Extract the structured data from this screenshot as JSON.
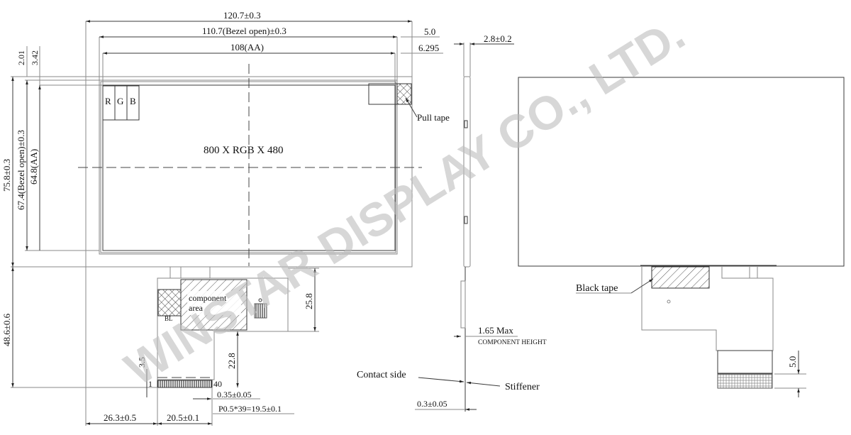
{
  "drawing": {
    "front_view": {
      "outline_width": "120.7±0.3",
      "bezel_open_width": "110.7(Bezel open)±0.3",
      "active_area_width": "108(AA)",
      "right_offset_1": "5.0",
      "right_offset_2": "6.295",
      "top_offset_1": "2.01",
      "top_offset_2": "3.42",
      "outline_height": "75.8±0.3",
      "bezel_open_height": "67.4(Bezel open)±0.3",
      "active_area_height": "64.8(AA)",
      "resolution_label": "800 X RGB X 480",
      "pixel_labels": [
        "R",
        "G",
        "B"
      ],
      "pull_tape_label": "Pull tape"
    },
    "fpc": {
      "total_height": "48.6±0.6",
      "component_area_label_1": "component",
      "component_area_label_2": "area",
      "bl_label": "BL",
      "fpc_height": "25.8",
      "tail_height": "22.8",
      "stiffener_offset": "3.5",
      "pin_first": "1",
      "pin_last": "40",
      "pin_width": "0.35±0.05",
      "pitch": "P0.5*39=19.5±0.1",
      "left_offset": "26.3±0.5",
      "fpc_width": "20.5±0.1"
    },
    "side_view": {
      "thickness": "2.8±0.2",
      "component_height_value": "1.65 Max",
      "component_height_label": "COMPONENT HEIGHT",
      "contact_side_label": "Contact side",
      "stiffener_label": "Stiffener",
      "stiffener_thickness": "0.3±0.05"
    },
    "back_view": {
      "black_tape_label": "Black tape",
      "stiffener_height": "5.0"
    },
    "watermark": "WINSTAR DISPLAY CO., LTD."
  }
}
